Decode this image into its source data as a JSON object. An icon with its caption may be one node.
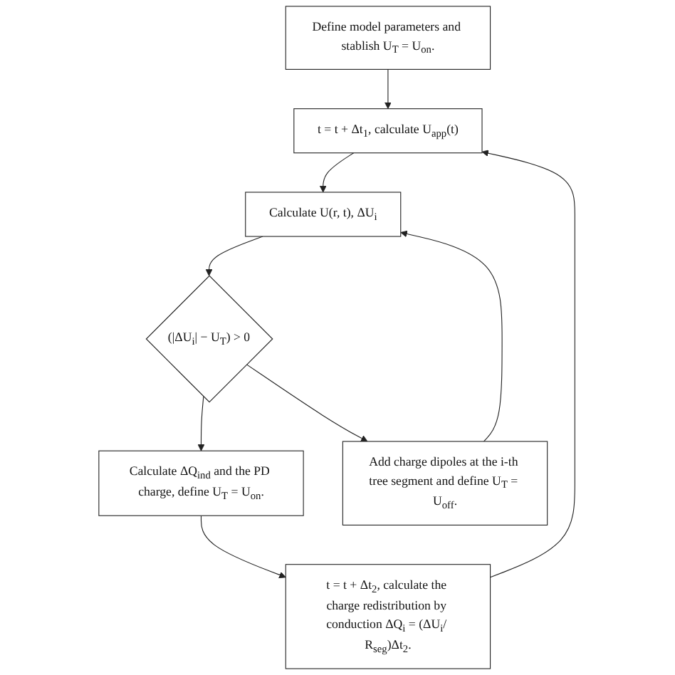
{
  "diagram": {
    "nodes": [
      {
        "text": [
          "Define model parameters and stablish U$_{T}$ = U$_{on}$."
        ]
      },
      {
        "text": [
          "t = t + Δt$_{1}$, calculate U$_{app}$(t)"
        ]
      },
      {
        "text": [
          "Calculate U(r, t), ΔU$_{i}$"
        ]
      },
      {
        "text": [
          "(|ΔU$_{i}$| − U$_{T}$) > 0"
        ]
      },
      {
        "text": [
          "Calculate ΔQ$_{ind}$ and the PD charge, define U$_{T}$ = U$_{on}$."
        ]
      },
      {
        "text": [
          "Add charge dipoles at the i-th tree segment and define U$_{T}$ = U$_{off}$."
        ]
      },
      {
        "text": [
          "t = t + Δt$_{2}$, calculate the charge redistribution by conduction ΔQ$_{i}$ = (ΔU$_{i}$/ R$_{seg}$)Δt$_{2}$."
        ]
      }
    ],
    "edges": [
      {
        "from": 0,
        "to": 1,
        "arrow": "to"
      },
      {
        "from": 1,
        "to": 2,
        "arrow": "to"
      },
      {
        "from": 2,
        "to": 3,
        "arrow": "to"
      },
      {
        "from": 3,
        "to": 4,
        "arrow": "to"
      },
      {
        "from": 3,
        "to": 5,
        "arrow": "to"
      },
      {
        "from": 4,
        "to": 6,
        "arrow": "to"
      },
      {
        "from": 6,
        "to": 1,
        "arrow": "to"
      },
      {
        "from": 5,
        "to": 2,
        "arrow": "to"
      }
    ]
  }
}
